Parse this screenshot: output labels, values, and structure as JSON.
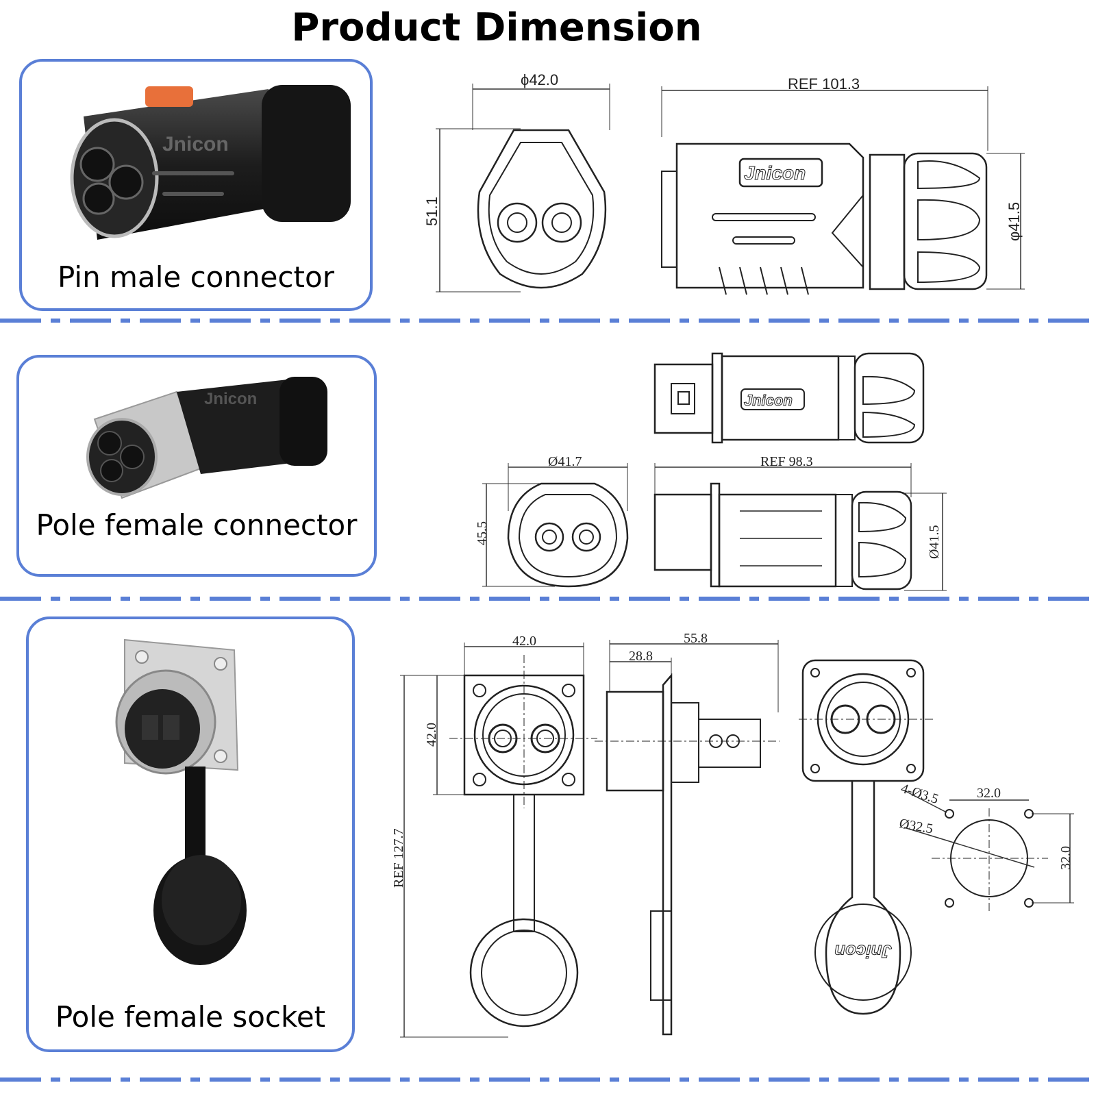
{
  "page": {
    "title": "Product Dimension"
  },
  "accent_color": "#5a7fd6",
  "sections": [
    {
      "label": "Pin male connector",
      "dims": {
        "front_diameter": "ϕ42.0",
        "front_height": "51.1",
        "length": "REF 101.3",
        "body_diameter": "φ41.5"
      }
    },
    {
      "label": "Pole female connector",
      "dims": {
        "front_diameter": "Ø41.7",
        "front_height": "45.5",
        "length": "REF 98.3",
        "body_diameter": "Ø41.5"
      }
    },
    {
      "label": "Pole female socket",
      "dims": {
        "flange_width": "42.0",
        "flange_height": "42.0",
        "total_height": "REF 127.7",
        "depth": "55.8",
        "depth_short": "28.8",
        "hole_spacing_x": "32.0",
        "hole_spacing_y": "32.0",
        "hole_count_size": "4-Ø3.5",
        "cutout_diameter": "Ø32.5"
      }
    }
  ],
  "brand_marks": [
    "Jnicon"
  ]
}
